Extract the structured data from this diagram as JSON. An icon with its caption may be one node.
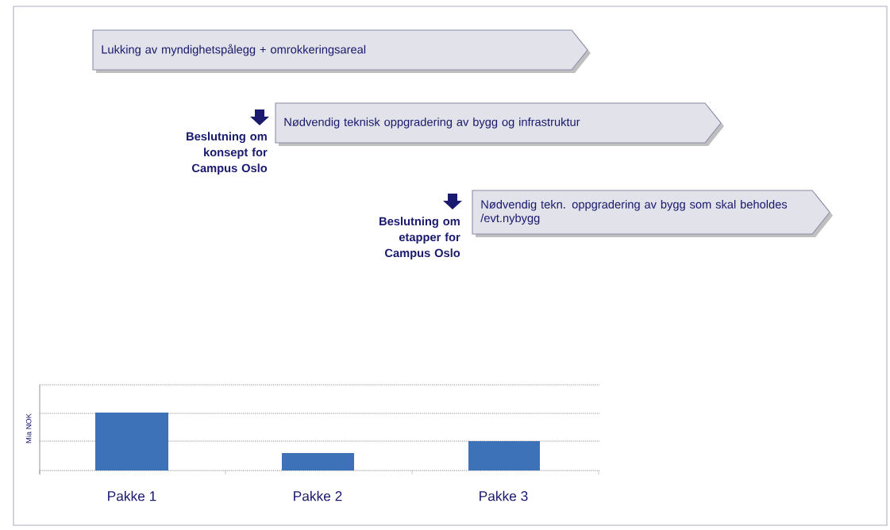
{
  "diagram": {
    "nodes": [
      {
        "text": [
          "Lukking av myndighetspålegg + omrokkeringsareal"
        ]
      },
      {
        "text": [
          "Nødvendig teknisk oppgradering av bygg og infrastruktur"
        ]
      },
      {
        "text": [
          "Nødvendig tekn. oppgradering av bygg som skal beholdes /evt.nybygg"
        ]
      }
    ],
    "labels": [
      "Beslutning om konsept for Campus Oslo",
      "Beslutning om etapper for Campus Oslo",
      "Mia NOK",
      "Pakke 1",
      "Pakke 2",
      "Pakke 3"
    ]
  }
}
